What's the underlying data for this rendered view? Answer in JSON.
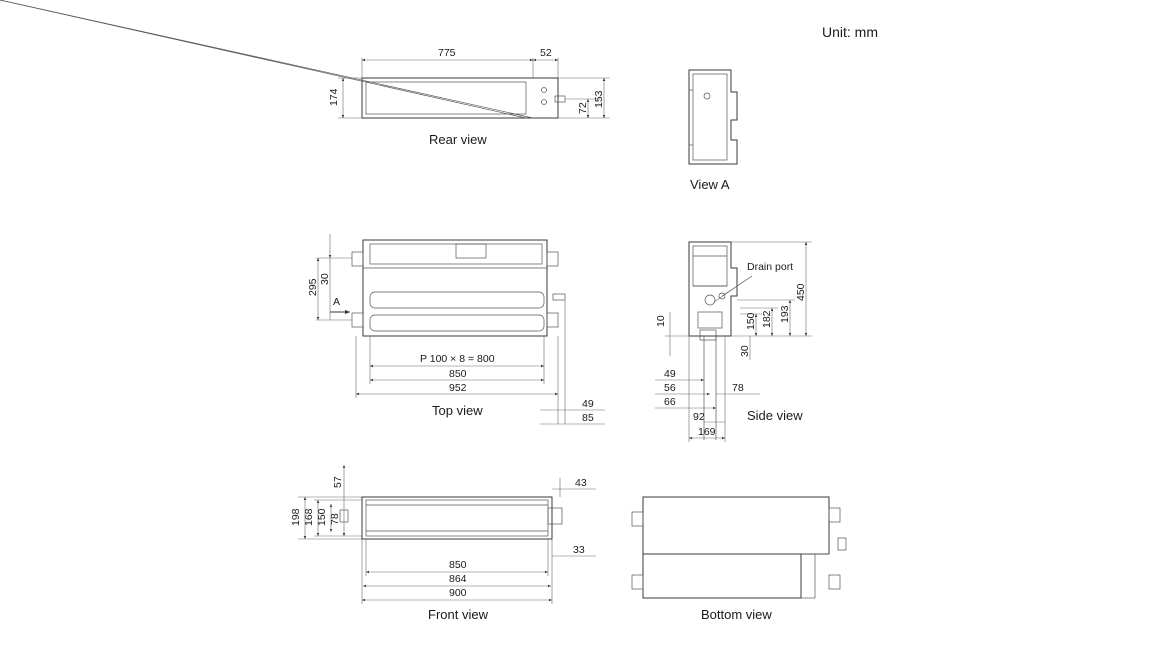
{
  "unit_label": "Unit: mm",
  "views": {
    "rear": {
      "label": "Rear view",
      "dims": {
        "length": "775",
        "side": "52",
        "height": "174",
        "pipe_a": "72",
        "pipe_b": "153"
      }
    },
    "view_a": {
      "label": "View A"
    },
    "top": {
      "label": "Top view",
      "arrow_label": "A",
      "dims": {
        "depth": "295",
        "offset": "30",
        "pitch": "P 100 × 8 = 800",
        "width_850": "850",
        "width_952": "952",
        "right_49": "49",
        "right_85": "85"
      }
    },
    "side": {
      "label": "Side view",
      "drain_port": "Drain port",
      "dims": {
        "d10": "10",
        "h450": "450",
        "h193": "193",
        "h182": "182",
        "h150": "150",
        "h30": "30",
        "w49": "49",
        "w56": "56",
        "w66": "66",
        "w78": "78",
        "w92": "92",
        "w169": "169"
      }
    },
    "front": {
      "label": "Front view",
      "dims": {
        "top57": "57",
        "top43": "43",
        "h198": "198",
        "h168": "168",
        "h150": "150",
        "h78": "78",
        "b33": "33",
        "w850": "850",
        "w864": "864",
        "w900": "900"
      }
    },
    "bottom": {
      "label": "Bottom view"
    }
  }
}
